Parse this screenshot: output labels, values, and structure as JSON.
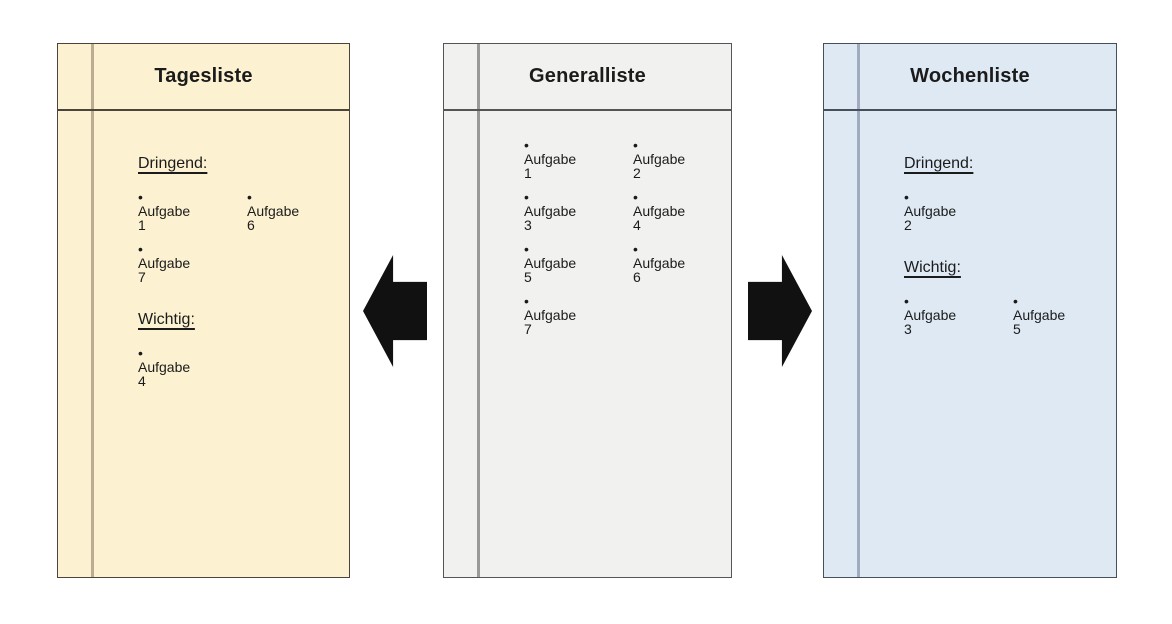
{
  "glyphs": {
    "bullet": "•"
  },
  "arrow_color": "#111111",
  "arrows": [
    {
      "direction": "left",
      "from": "Generalliste",
      "to": "Tagesliste"
    },
    {
      "direction": "right",
      "from": "Generalliste",
      "to": "Wochenliste"
    }
  ],
  "panels": [
    {
      "id": "tagesliste",
      "title": "Tagesliste",
      "theme": {
        "bg": "#FCF2D1",
        "border": "#4A443C",
        "margin_line": "#BAAD90",
        "header_line": "#4A443C"
      },
      "items": [
        {
          "type": "heading",
          "text": "Dringend:"
        },
        {
          "type": "bullet",
          "text": "Aufgabe 1"
        },
        {
          "type": "bullet",
          "text": "Aufgabe 6"
        },
        {
          "type": "bullet",
          "text": "Aufgabe 7"
        },
        {
          "type": "heading",
          "text": "Wichtig:"
        },
        {
          "type": "bullet",
          "text": "Aufgabe 4"
        }
      ]
    },
    {
      "id": "generalliste",
      "title": "Generalliste",
      "theme": {
        "bg": "#F1F1F0",
        "border": "#555555",
        "margin_line": "#9A9A9A",
        "header_line": "#555555"
      },
      "items": [
        {
          "type": "bullet",
          "text": "Aufgabe 1"
        },
        {
          "type": "bullet",
          "text": "Aufgabe 2"
        },
        {
          "type": "bullet",
          "text": "Aufgabe 3"
        },
        {
          "type": "bullet",
          "text": "Aufgabe 4"
        },
        {
          "type": "bullet",
          "text": "Aufgabe 5"
        },
        {
          "type": "bullet",
          "text": "Aufgabe 6"
        },
        {
          "type": "bullet",
          "text": "Aufgabe 7"
        }
      ]
    },
    {
      "id": "wochenliste",
      "title": "Wochenliste",
      "theme": {
        "bg": "#DEE9F4",
        "border": "#464F5C",
        "margin_line": "#9EACBD",
        "header_line": "#464F5C"
      },
      "items": [
        {
          "type": "heading",
          "text": "Dringend:"
        },
        {
          "type": "bullet",
          "text": "Aufgabe 2"
        },
        {
          "type": "heading",
          "text": "Wichtig:"
        },
        {
          "type": "bullet",
          "text": "Aufgabe 3"
        },
        {
          "type": "bullet",
          "text": "Aufgabe 5"
        }
      ]
    }
  ]
}
